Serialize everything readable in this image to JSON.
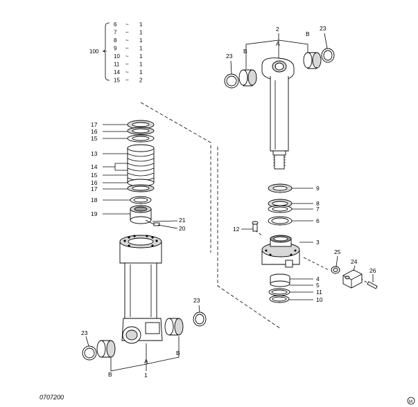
{
  "bom": {
    "assembly": "100",
    "rows": [
      {
        "part": "6",
        "sep": "~",
        "qty": "1"
      },
      {
        "part": "7",
        "sep": "~",
        "qty": "1"
      },
      {
        "part": "8",
        "sep": "~",
        "qty": "1"
      },
      {
        "part": "9",
        "sep": "~",
        "qty": "1"
      },
      {
        "part": "10",
        "sep": "~",
        "qty": "1"
      },
      {
        "part": "11",
        "sep": "~",
        "qty": "1"
      },
      {
        "part": "14",
        "sep": "~",
        "qty": "1"
      },
      {
        "part": "15",
        "sep": "~",
        "qty": "2"
      }
    ]
  },
  "callouts": {
    "left_stack": [
      "17",
      "16",
      "15",
      "13",
      "14",
      "15",
      "16",
      "17",
      "18",
      "19"
    ],
    "left_misc": [
      "21",
      "20",
      "23",
      "23",
      "B",
      "A",
      "B",
      "1"
    ],
    "right_top": [
      "2",
      "A",
      "B",
      "B",
      "23",
      "23"
    ],
    "right_stack": [
      "9",
      "8",
      "7",
      "6",
      "3",
      "4",
      "5",
      "11",
      "10"
    ],
    "right_misc": [
      "12",
      "25",
      "24",
      "26"
    ]
  },
  "drawing_code": "0707200",
  "corner_mark": "M"
}
